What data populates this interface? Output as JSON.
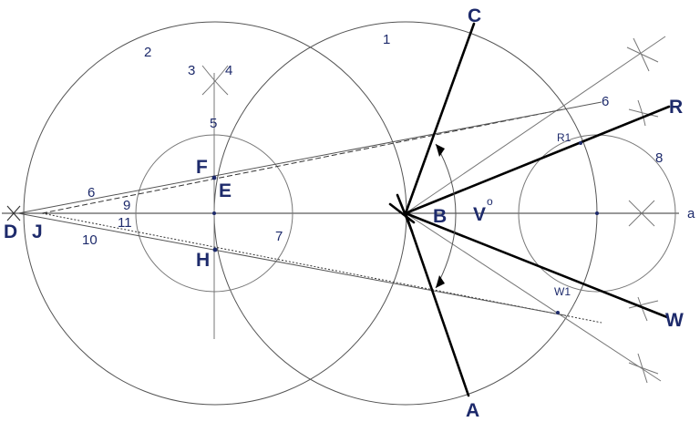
{
  "labels": {
    "C": "C",
    "R": "R",
    "B": "B",
    "W": "W",
    "A": "A",
    "D": "D",
    "J": "J",
    "F": "F",
    "E": "E",
    "H": "H",
    "V": "V",
    "deg": "o",
    "a": "a",
    "R1": "R1",
    "W1": "W1",
    "n1": "1",
    "n2": "2",
    "n3": "3",
    "n4": "4",
    "n5": "5",
    "n6a": "6",
    "n6b": "6",
    "n7": "7",
    "n8": "8",
    "n9": "9",
    "n10": "10",
    "n11": "11"
  }
}
